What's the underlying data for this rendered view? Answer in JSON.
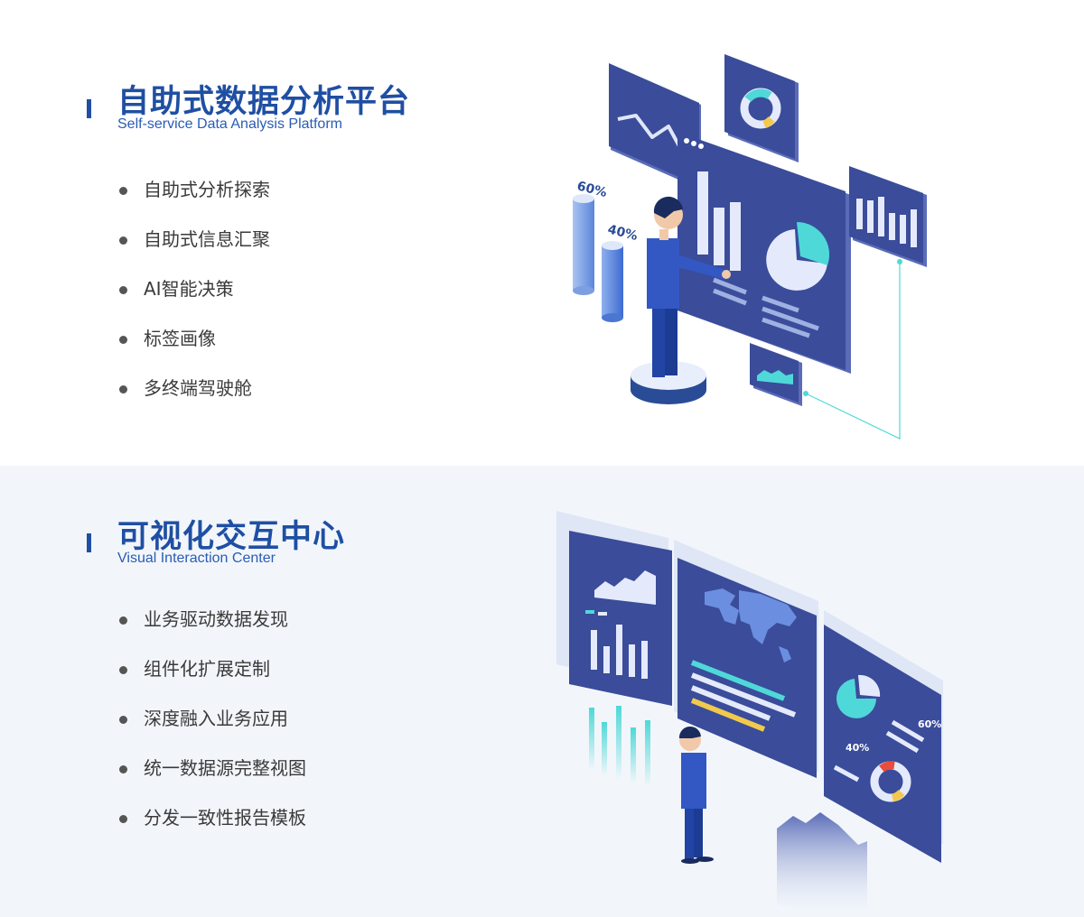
{
  "section1": {
    "title": "自助式数据分析平台",
    "subtitle": "Self-service Data Analysis Platform",
    "items": [
      "自助式分析探索",
      "自助式信息汇聚",
      " AI智能决策",
      "标签画像",
      "多终端驾驶舱"
    ],
    "illustration": {
      "label_60": "60%",
      "label_40": "40%",
      "icons": [
        "analyst-person",
        "dashboard-screen",
        "donut-chart-icon",
        "bar-chart-icon",
        "pie-chart-icon",
        "line-chart-icon",
        "area-chart-icon"
      ]
    }
  },
  "section2": {
    "title": "可视化交互中心",
    "subtitle": "Visual Interaction Center",
    "items": [
      "业务驱动数据发现",
      "组件化扩展定制",
      "深度融入业务应用",
      "统一数据源完整视图",
      "分发一致性报告模板"
    ],
    "illustration": {
      "label_60": "60%",
      "label_40": "40%",
      "icons": [
        "viewer-person",
        "world-map-icon",
        "bar-chart-icon",
        "donut-chart-icon",
        "pie-chart-icon",
        "area-chart-icon"
      ]
    }
  },
  "colors": {
    "brand": "#1f4fa3",
    "panel": "#3a4c9a",
    "cyan": "#4fd8d8",
    "section2_bg": "#f2f6fb"
  }
}
